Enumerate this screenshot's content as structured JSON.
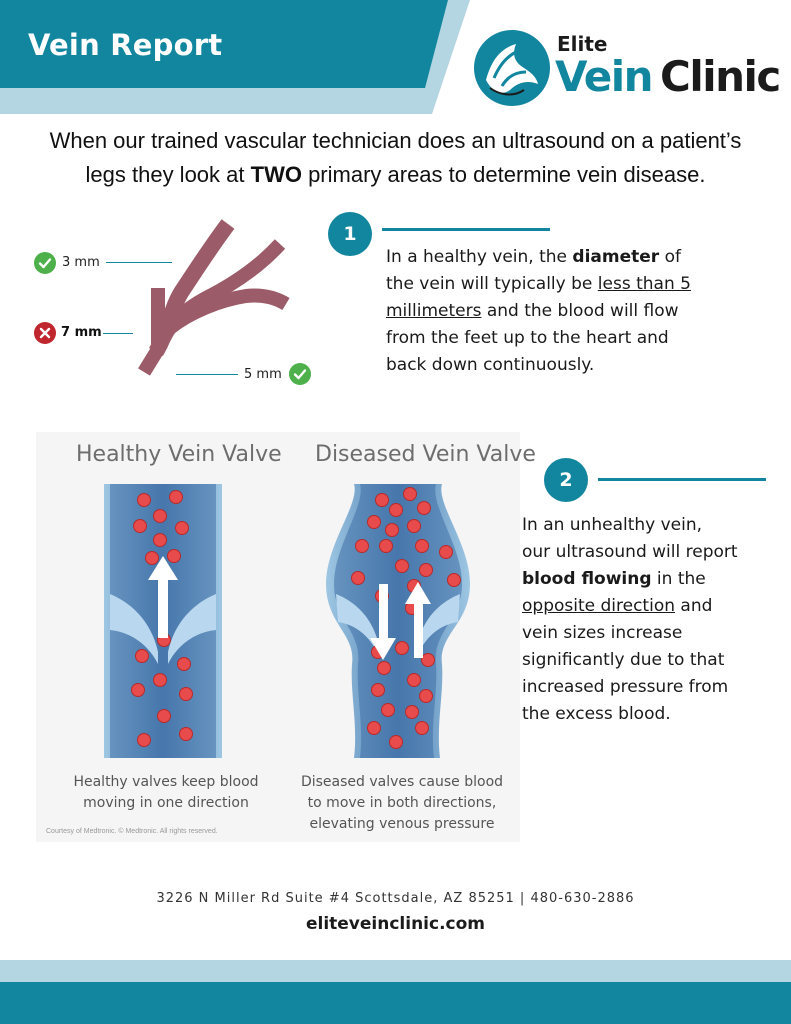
{
  "header": {
    "title": "Vein Report",
    "logo_top": "Elite",
    "logo_vein": "Vein",
    "logo_clinic": "Clinic"
  },
  "intro": {
    "line1": "When our trained vascular technician does an ultrasound on a patient’s",
    "line2_pre": "legs they look at ",
    "line2_bold": "TWO",
    "line2_post": " primary areas to determine vein disease."
  },
  "diameter_diagram": {
    "label_3mm": "3 mm",
    "label_7mm": "7 mm",
    "label_5mm": "5 mm"
  },
  "section1": {
    "number": "1",
    "l1": "In a healthy vein, the ",
    "l1_bold": "diameter",
    "l1_post": " of",
    "l2_pre": "the vein will typically be ",
    "l2_u": "less than 5",
    "l3_u": "millimeters",
    "l3_post": " and the blood will flow",
    "l4": "from the feet up to the heart and",
    "l5": "back down continuously."
  },
  "valves": {
    "healthy_title": "Healthy Vein Valve",
    "diseased_title": "Diseased Vein Valve",
    "healthy_caption_1": "Healthy valves keep blood",
    "healthy_caption_2": "moving in one direction",
    "diseased_caption_1": "Diseased valves cause blood",
    "diseased_caption_2": "to move in both directions,",
    "diseased_caption_3": "elevating venous pressure",
    "credit": "Courtesy of Medtronic. © Medtronic. All rights reserved."
  },
  "section2": {
    "number": "2",
    "l1": "In an unhealthy vein,",
    "l2": "our ultrasound will report",
    "l3_bold": "blood flowing",
    "l3_post": " in the",
    "l4_u": "opposite direction",
    "l4_post": " and",
    "l5": "vein sizes increase",
    "l6": "significantly due to that",
    "l7": "increased pressure from",
    "l8": "the excess blood."
  },
  "footer": {
    "address": "3226 N Miller Rd Suite #4 Scottsdale, AZ 85251  |  480-630-2886",
    "website": "eliteveinclinic.com"
  },
  "colors": {
    "teal": "#12869e",
    "light_blue": "#b3d6e2",
    "vein": "#9c5b68",
    "check_green": "#4db04a",
    "cross_red": "#c0262e"
  }
}
